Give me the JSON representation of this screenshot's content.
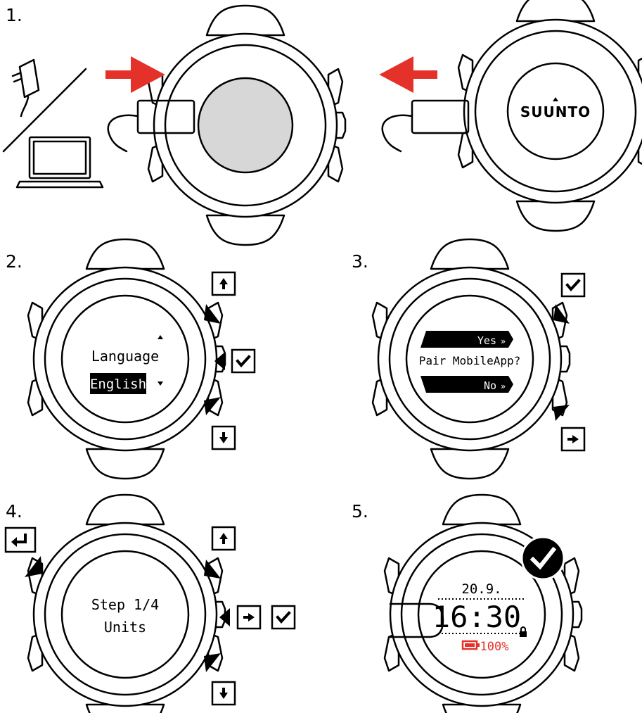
{
  "steps": {
    "s1": "1.",
    "s2": "2.",
    "s3": "3.",
    "s4": "4.",
    "s5": "5."
  },
  "watch1": {
    "brand": "SUUNTO"
  },
  "watch2": {
    "title": "Language",
    "selected": "English"
  },
  "watch3": {
    "yes": "Yes",
    "question": "Pair MobileApp?",
    "no": "No"
  },
  "watch4": {
    "line1": "Step 1/4",
    "line2": "Units"
  },
  "watch5": {
    "date": "20.9.",
    "time": "16:30",
    "battery": "100%"
  },
  "colors": {
    "arrow": "#e4322b",
    "battery": "#e4322b",
    "screen_gray": "#d7d7d7"
  },
  "icons": [
    "wall-charger-icon",
    "laptop-icon",
    "usb-cable-icon",
    "arrow-right-icon",
    "arrow-left-icon",
    "up-button-icon",
    "down-button-icon",
    "check-button-icon",
    "next-button-icon",
    "back-button-icon",
    "checkmark-badge-icon",
    "lock-icon",
    "battery-icon"
  ]
}
